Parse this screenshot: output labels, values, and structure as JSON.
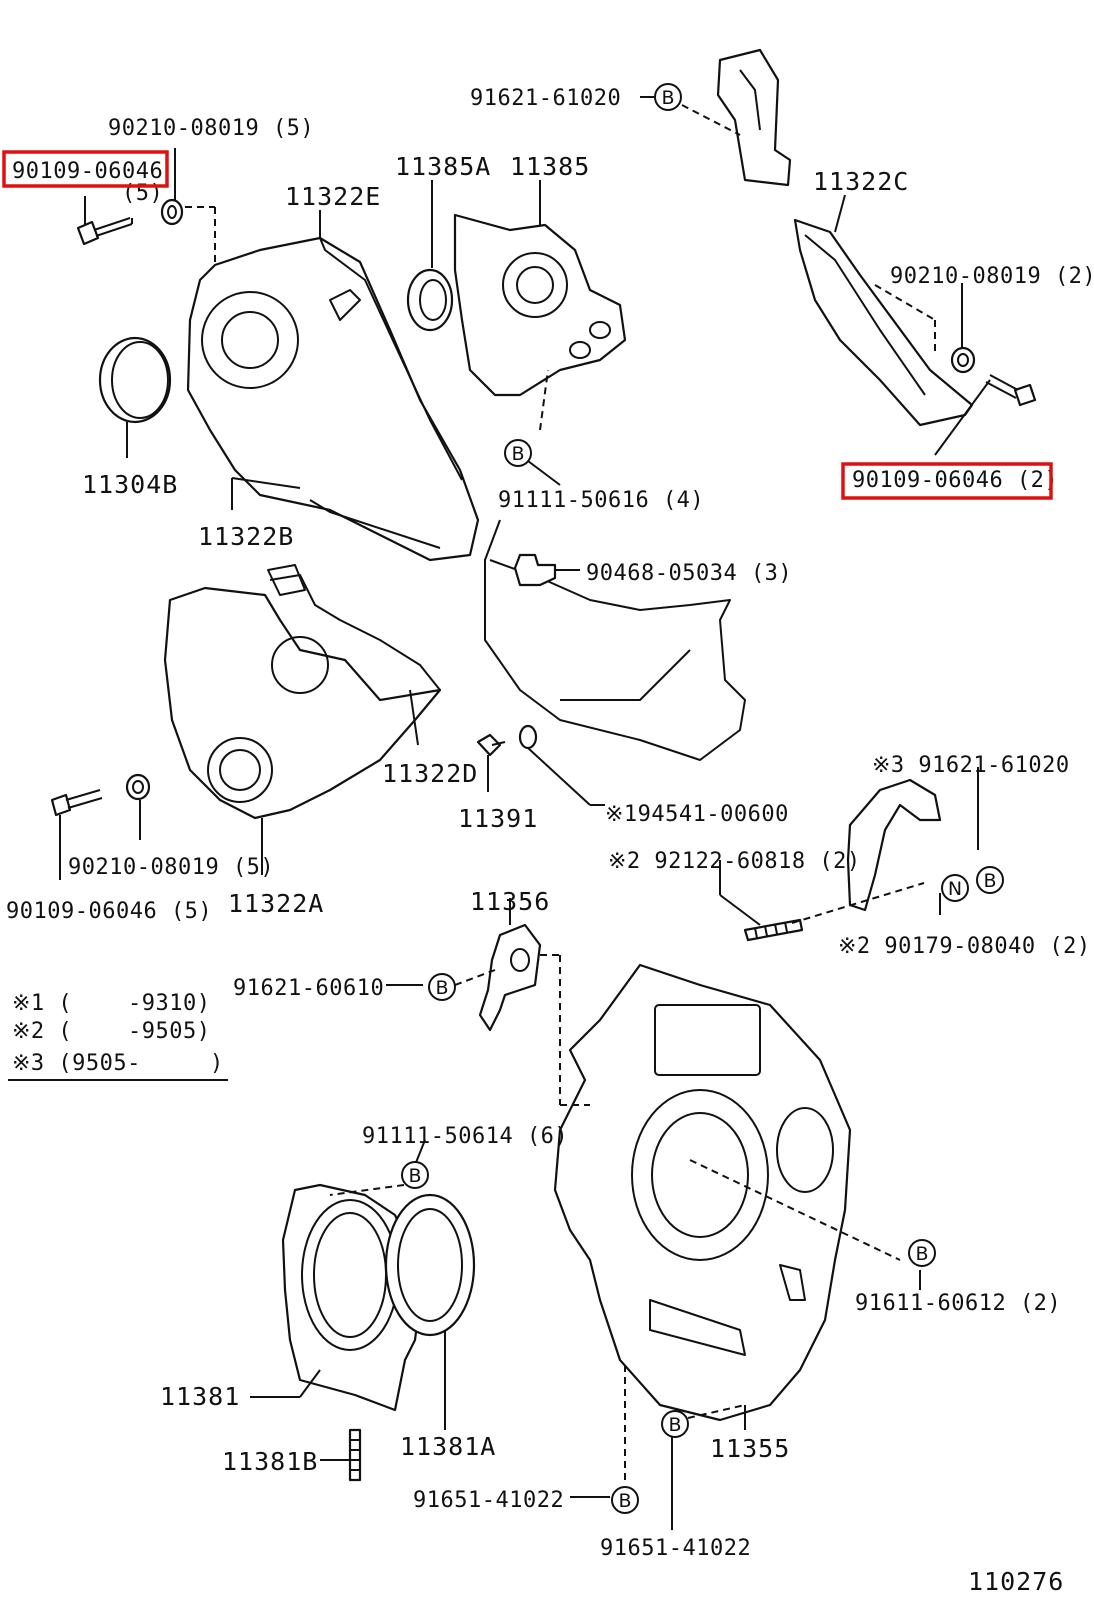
{
  "highlight_color": "#e01010",
  "labels": {
    "p91621_61020_top": "91621-61020",
    "p90210_08019_5_top": "90210-08019 (5)",
    "p90109_06046_top": "90109-06046",
    "p90109_06046_top_qty": "(5)",
    "p11322E": "11322E",
    "p11385A": "11385A",
    "p11385": "11385",
    "p11322C": "11322C",
    "p90210_08019_2": "90210-08019 (2)",
    "p90109_06046_2": "90109-06046 (2)",
    "p11304B": "11304B",
    "p91111_50616": "91111-50616 (4)",
    "p11322B": "11322B",
    "p90468_05034": "90468-05034 (3)",
    "p11322D": "11322D",
    "p11391": "11391",
    "p194541_00600": "※194541-00600",
    "p91621_61020_r": "※3 91621-61020",
    "p92122_60818": "※2 92122-60818 (2)",
    "p90179_08040": "※2 90179-08040 (2)",
    "p90210_08019_5_bot": "90210-08019 (5)",
    "p90109_06046_5_bot": "90109-06046 (5)",
    "p11322A": "11322A",
    "p11356": "11356",
    "p91621_60610": "91621-60610",
    "p91111_50614": "91111-50614 (6)",
    "p91611_60612": "91611-60612 (2)",
    "p11381": "11381",
    "p11381A": "11381A",
    "p11381B": "11381B",
    "p11355": "11355",
    "p91651_41022_a": "91651-41022",
    "p91651_41022_b": "91651-41022",
    "diagram_number": "110276"
  },
  "notes": {
    "n1_mark": "※1 (",
    "n1_range": "-9310)",
    "n2_mark": "※2 (",
    "n2_range": "-9505)",
    "n3_mark": "※3 (9505-",
    "n3_close": ")"
  },
  "callouts": {
    "B": "B",
    "N": "N"
  }
}
